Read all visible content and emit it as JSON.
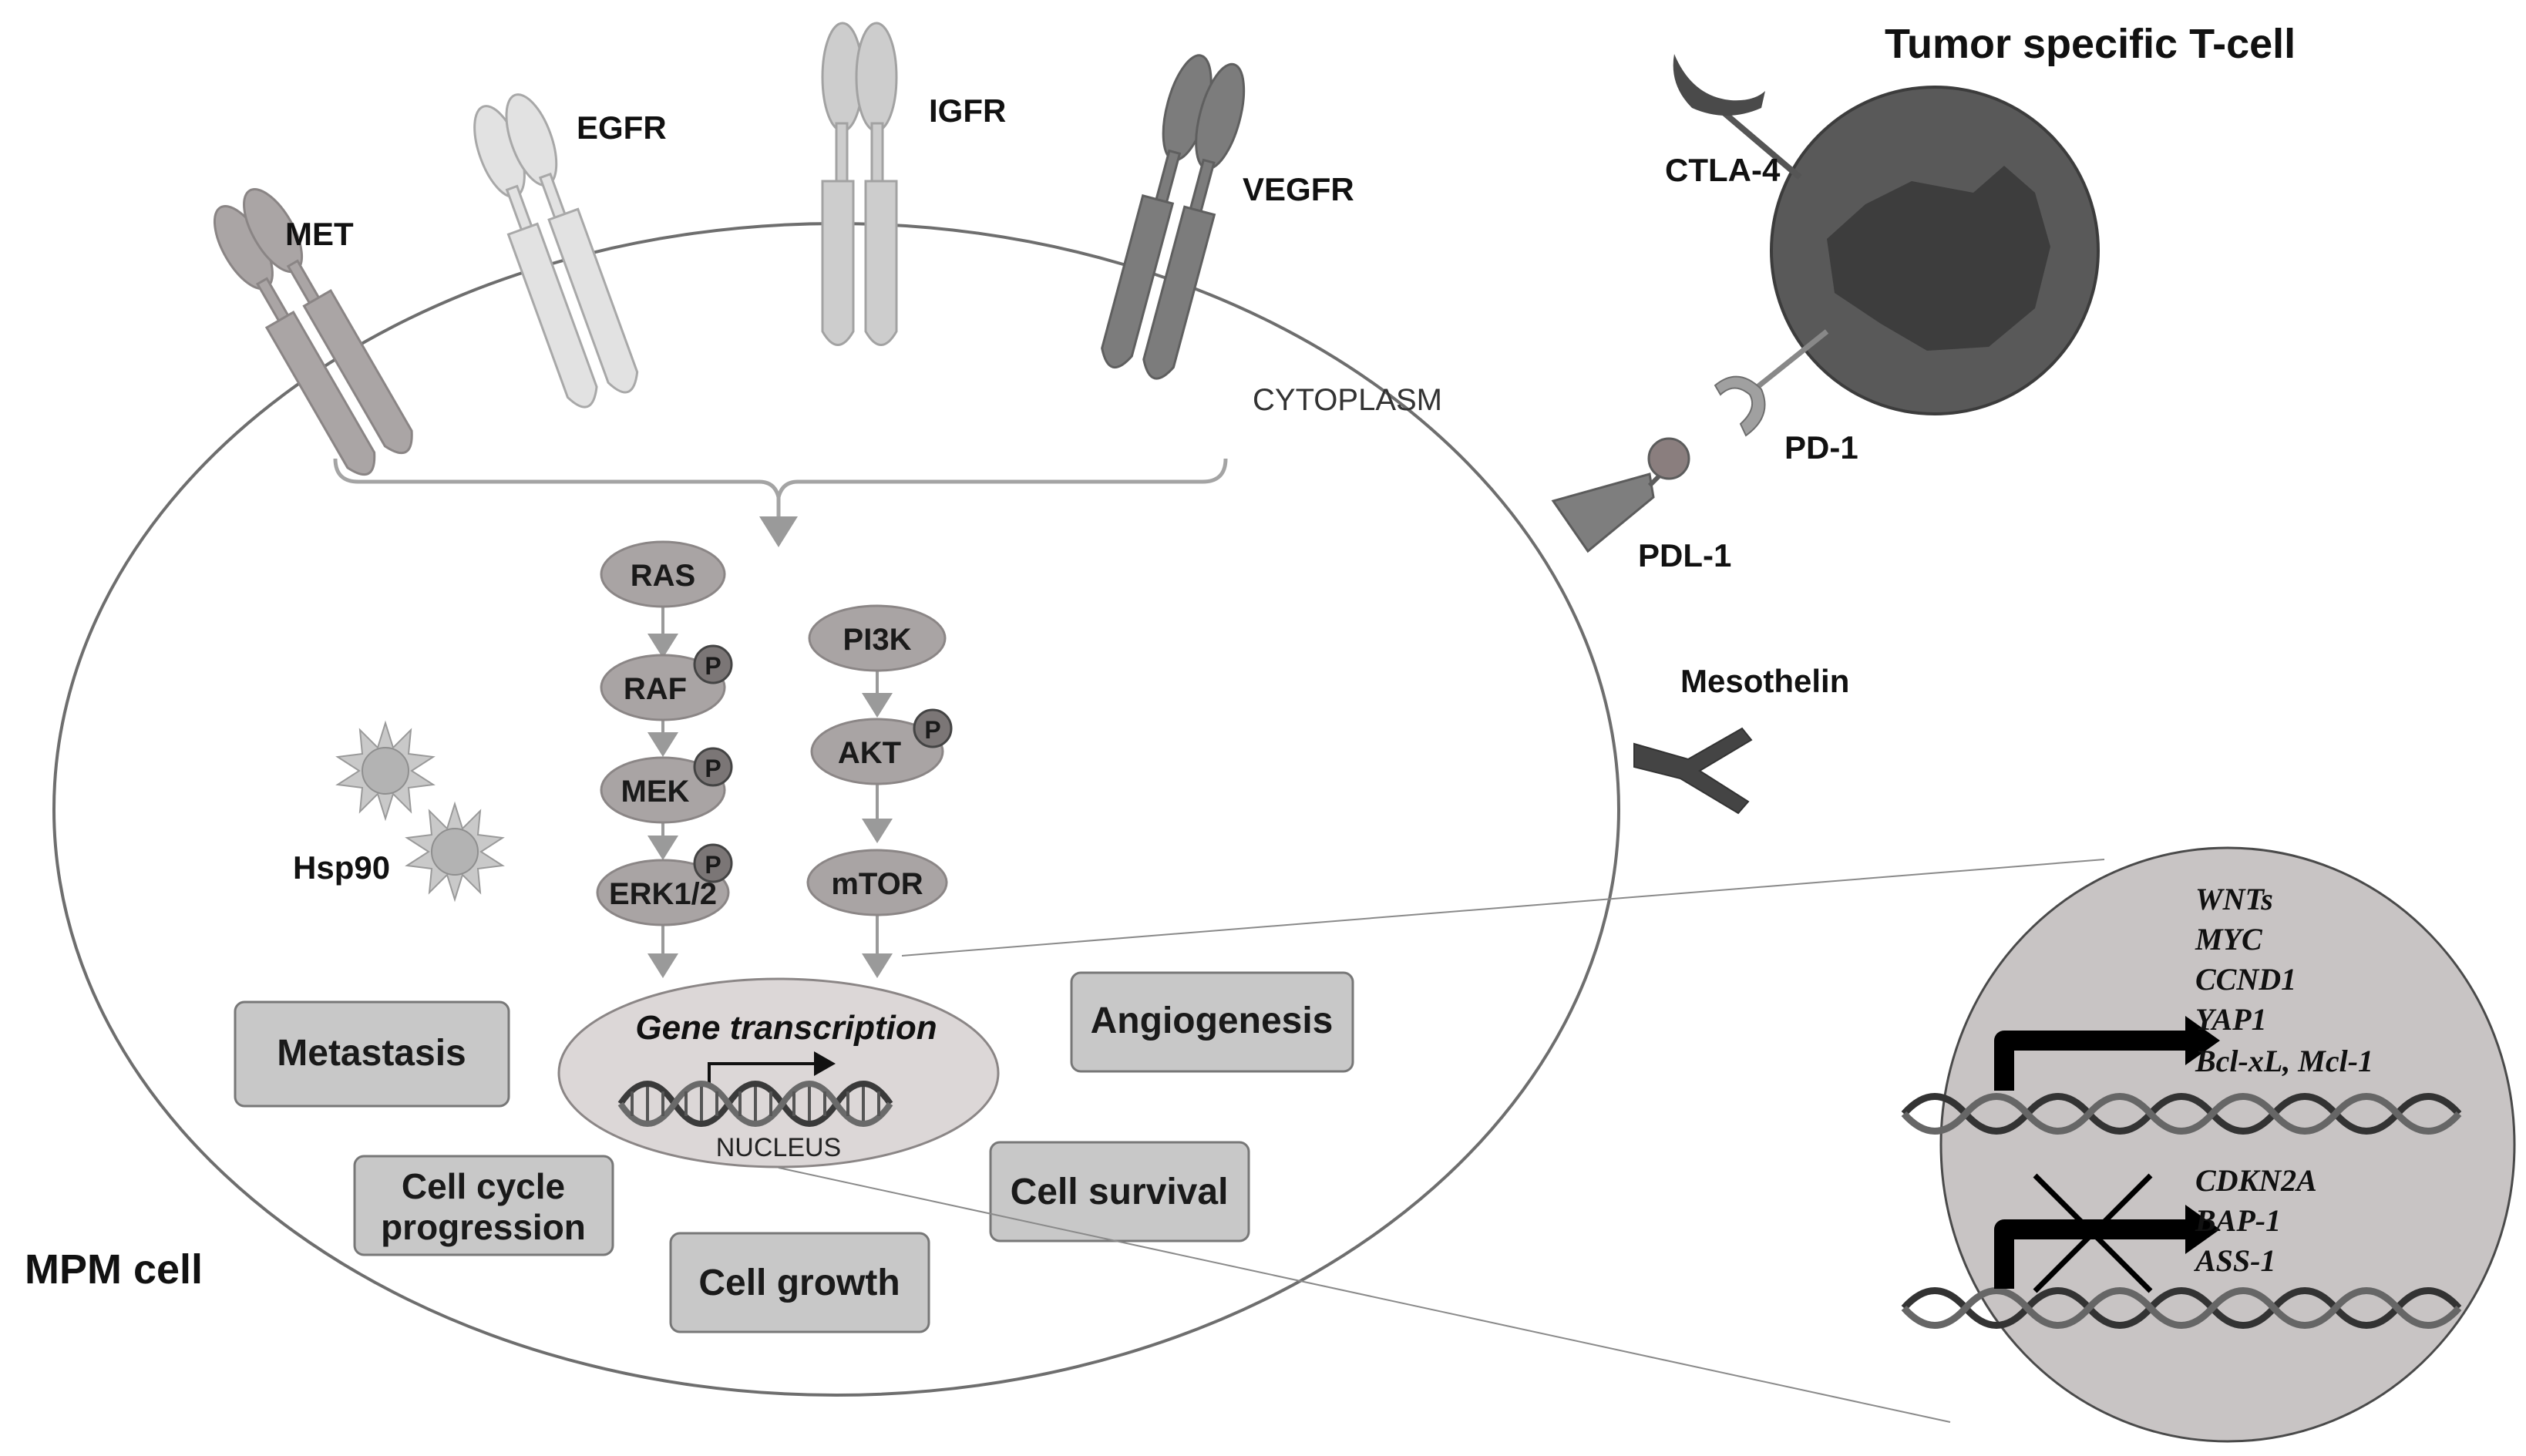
{
  "cell": {
    "name": "MPM cell",
    "compartment": "CYTOPLASM",
    "nucleus_label": "NUCLEUS",
    "nucleus_title": "Gene transcription"
  },
  "receptors": [
    "MET",
    "EGFR",
    "IGFR",
    "VEGFR"
  ],
  "pathway_mapk": {
    "nodes": [
      "RAS",
      "RAF",
      "MEK",
      "ERK1/2"
    ],
    "phospho_badge": "P"
  },
  "pathway_pi3k": {
    "nodes": [
      "PI3K",
      "AKT",
      "mTOR"
    ]
  },
  "chaperone": "Hsp90",
  "outcomes": {
    "metastasis": "Metastasis",
    "angiogenesis": "Angiogenesis",
    "cell_cycle_line1": "Cell cycle",
    "cell_cycle_line2": "progression",
    "cell_survival": "Cell survival",
    "cell_growth": "Cell growth"
  },
  "surface": {
    "pdl1": "PDL-1",
    "mesothelin": "Mesothelin"
  },
  "tcell": {
    "title": "Tumor specific T-cell",
    "ctla4": "CTLA-4",
    "pd1": "PD-1"
  },
  "genes": {
    "activated": [
      "WNTs",
      "MYC",
      "CCND1",
      "YAP1",
      "Bcl-xL, Mcl-1"
    ],
    "silenced": [
      "CDKN2A",
      "BAP-1",
      "ASS-1"
    ]
  }
}
